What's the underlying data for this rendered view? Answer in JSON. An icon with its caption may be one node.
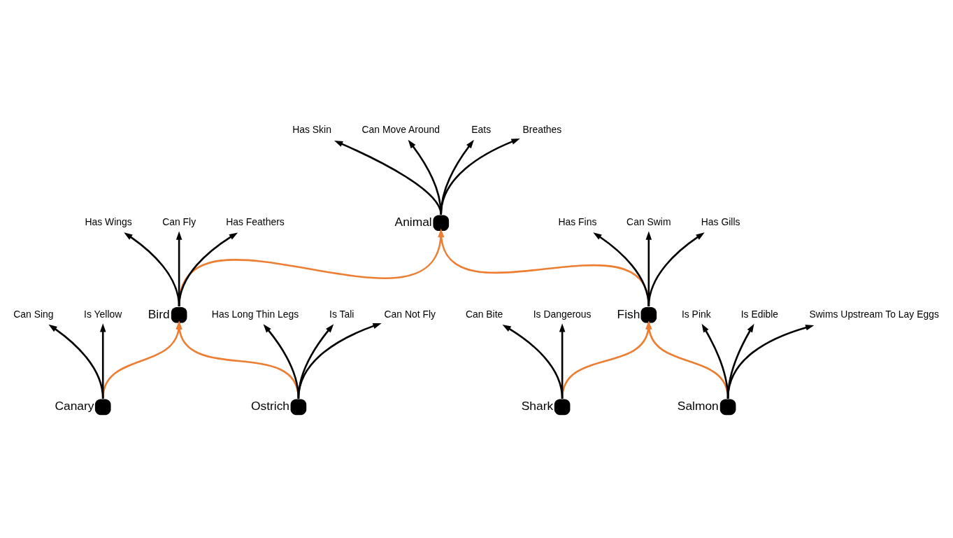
{
  "diagram": {
    "nodes": [
      {
        "text": [],
        "shape": "circle",
        "beside": [
          "Animal"
        ]
      },
      {
        "text": [
          "Has Skin"
        ]
      },
      {
        "text": [
          "Can Move Around"
        ]
      },
      {
        "text": [
          "Eats"
        ]
      },
      {
        "text": [
          "Breathes"
        ]
      },
      {
        "text": [],
        "shape": "circle",
        "beside": [
          "Bird"
        ]
      },
      {
        "text": [
          "Has Wings"
        ]
      },
      {
        "text": [
          "Can Fly"
        ]
      },
      {
        "text": [
          "Has Feathers"
        ]
      },
      {
        "text": [],
        "shape": "circle",
        "beside": [
          "Fish"
        ]
      },
      {
        "text": [
          "Has Fins"
        ]
      },
      {
        "text": [
          "Can Swim"
        ]
      },
      {
        "text": [
          "Has Gills"
        ]
      },
      {
        "text": [],
        "shape": "circle",
        "beside": [
          "Canary"
        ]
      },
      {
        "text": [
          "Can Sing"
        ]
      },
      {
        "text": [
          "Is Yellow"
        ]
      },
      {
        "text": [],
        "shape": "circle",
        "beside": [
          "Ostrich"
        ]
      },
      {
        "text": [
          "Has Long Thin Legs"
        ]
      },
      {
        "text": [
          "Is Tali"
        ]
      },
      {
        "text": [
          "Can Not Fly"
        ]
      },
      {
        "text": [],
        "shape": "circle",
        "beside": [
          "Shark"
        ]
      },
      {
        "text": [
          "Can Bite"
        ]
      },
      {
        "text": [
          "Is Dangerous"
        ]
      },
      {
        "text": [],
        "shape": "circle",
        "beside": [
          "Salmon"
        ]
      },
      {
        "text": [
          "Is Pink"
        ]
      },
      {
        "text": [
          "Is Edible"
        ]
      },
      {
        "text": [
          "Swims Upstream To Lay Eggs"
        ]
      }
    ],
    "edges": [
      {
        "from": 0,
        "to": 1,
        "arrow": "to"
      },
      {
        "from": 0,
        "to": 2,
        "arrow": "to"
      },
      {
        "from": 0,
        "to": 3,
        "arrow": "to"
      },
      {
        "from": 0,
        "to": 4,
        "arrow": "to"
      },
      {
        "from": 5,
        "to": 0,
        "arrow": "to",
        "color": "#ed7d31"
      },
      {
        "from": 5,
        "to": 6,
        "arrow": "to"
      },
      {
        "from": 5,
        "to": 7,
        "arrow": "to"
      },
      {
        "from": 5,
        "to": 8,
        "arrow": "to"
      },
      {
        "from": 9,
        "to": 0,
        "arrow": "to",
        "color": "#ed7d31"
      },
      {
        "from": 9,
        "to": 10,
        "arrow": "to"
      },
      {
        "from": 9,
        "to": 11,
        "arrow": "to"
      },
      {
        "from": 9,
        "to": 12,
        "arrow": "to"
      },
      {
        "from": 13,
        "to": 5,
        "arrow": "to",
        "color": "#ed7d31"
      },
      {
        "from": 13,
        "to": 14,
        "arrow": "to"
      },
      {
        "from": 13,
        "to": 15,
        "arrow": "to"
      },
      {
        "from": 16,
        "to": 5,
        "arrow": "to",
        "color": "#ed7d31"
      },
      {
        "from": 16,
        "to": 17,
        "arrow": "to"
      },
      {
        "from": 16,
        "to": 18,
        "arrow": "to"
      },
      {
        "from": 16,
        "to": 19,
        "arrow": "to"
      },
      {
        "from": 20,
        "to": 9,
        "arrow": "to",
        "color": "#ed7d31"
      },
      {
        "from": 20,
        "to": 21,
        "arrow": "to"
      },
      {
        "from": 20,
        "to": 22,
        "arrow": "to"
      },
      {
        "from": 23,
        "to": 9,
        "arrow": "to",
        "color": "#ed7d31"
      },
      {
        "from": 23,
        "to": 24,
        "arrow": "to"
      },
      {
        "from": 23,
        "to": 25,
        "arrow": "to"
      },
      {
        "from": 23,
        "to": 26,
        "arrow": "to"
      }
    ]
  }
}
